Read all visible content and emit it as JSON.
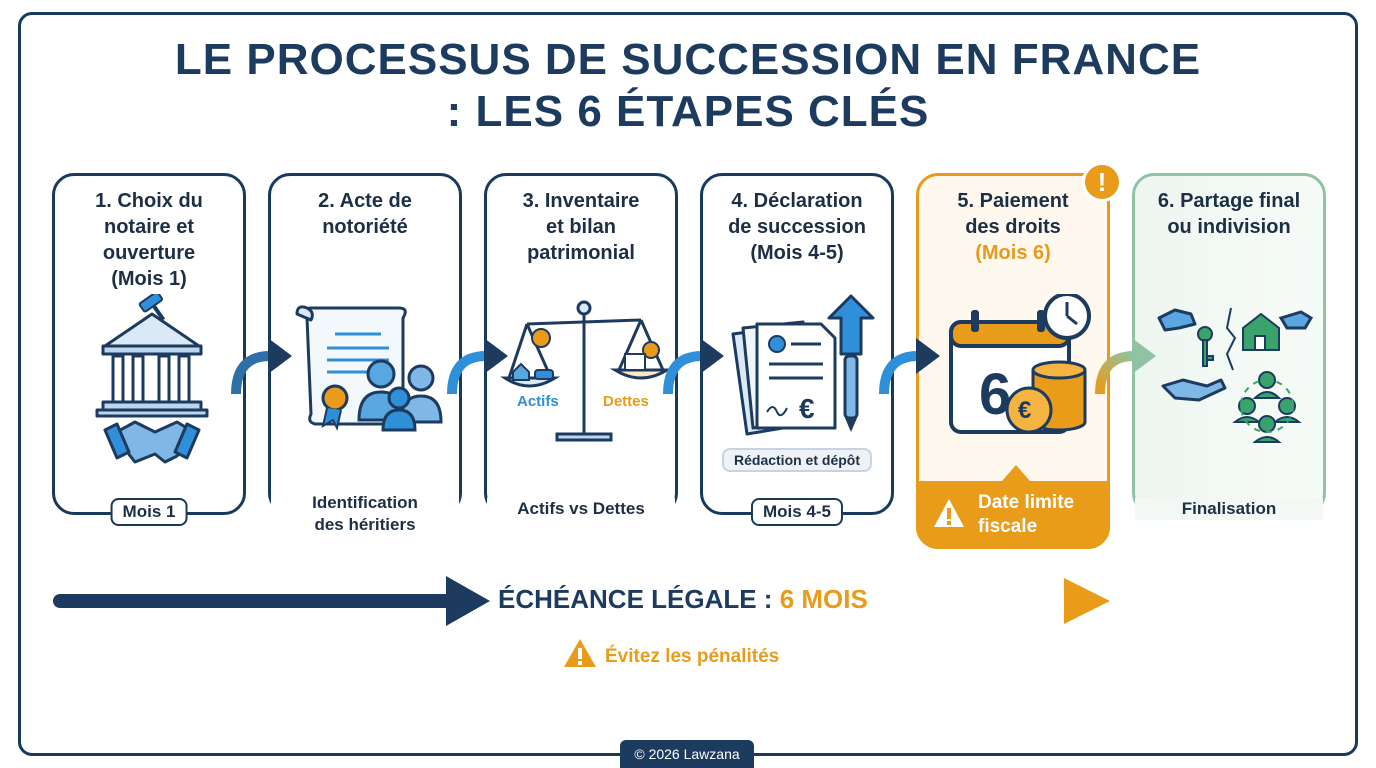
{
  "title": {
    "line1": "LE PROCESSUS DE SUCCESSION EN FRANCE",
    "line2": ": LES 6 ÉTAPES CLÉS"
  },
  "steps": [
    {
      "title_lines": [
        "1. Choix du",
        "notaire et",
        "ouverture",
        "(Mois 1)"
      ],
      "icon": "courthouse-handshake-icon",
      "pill": "Mois 1"
    },
    {
      "title_lines": [
        "2. Acte de",
        "notoriété"
      ],
      "icon": "certificate-family-icon",
      "caption_lines": [
        "Identification",
        "des héritiers"
      ]
    },
    {
      "title_lines": [
        "3. Inventaire",
        "et bilan",
        "patrimonial"
      ],
      "icon": "balance-scale-icon",
      "scale_left": "Actifs",
      "scale_right": "Dettes",
      "caption_lines": [
        "Actifs vs Dettes"
      ]
    },
    {
      "title_lines": [
        "4. Déclaration",
        "de succession",
        "(Mois 4-5)"
      ],
      "icon": "documents-pen-icon",
      "tag": "Rédaction et dépôt",
      "pill": "Mois 4-5"
    },
    {
      "title_lines": [
        "5. Paiement",
        "des droits"
      ],
      "title_accent": "(Mois 6)",
      "icon": "calendar-coins-icon",
      "calendar_number": "6",
      "deadline_lines": [
        "Date limite",
        "fiscale"
      ]
    },
    {
      "title_lines": [
        "6. Partage final",
        "ou indivision"
      ],
      "icon": "handover-people-icon",
      "caption_lines": [
        "Finalisation"
      ]
    }
  ],
  "timeline": {
    "label": "ÉCHÉANCE LÉGALE : ",
    "label_accent": "6 MOIS",
    "warning": "Évitez les pénalités"
  },
  "copyright": "© 2026 Lawzana",
  "colors": {
    "navy": "#1d3a5f",
    "orange": "#e99b1a",
    "blue": "#2f8fd8",
    "green": "#8fc3a3"
  }
}
